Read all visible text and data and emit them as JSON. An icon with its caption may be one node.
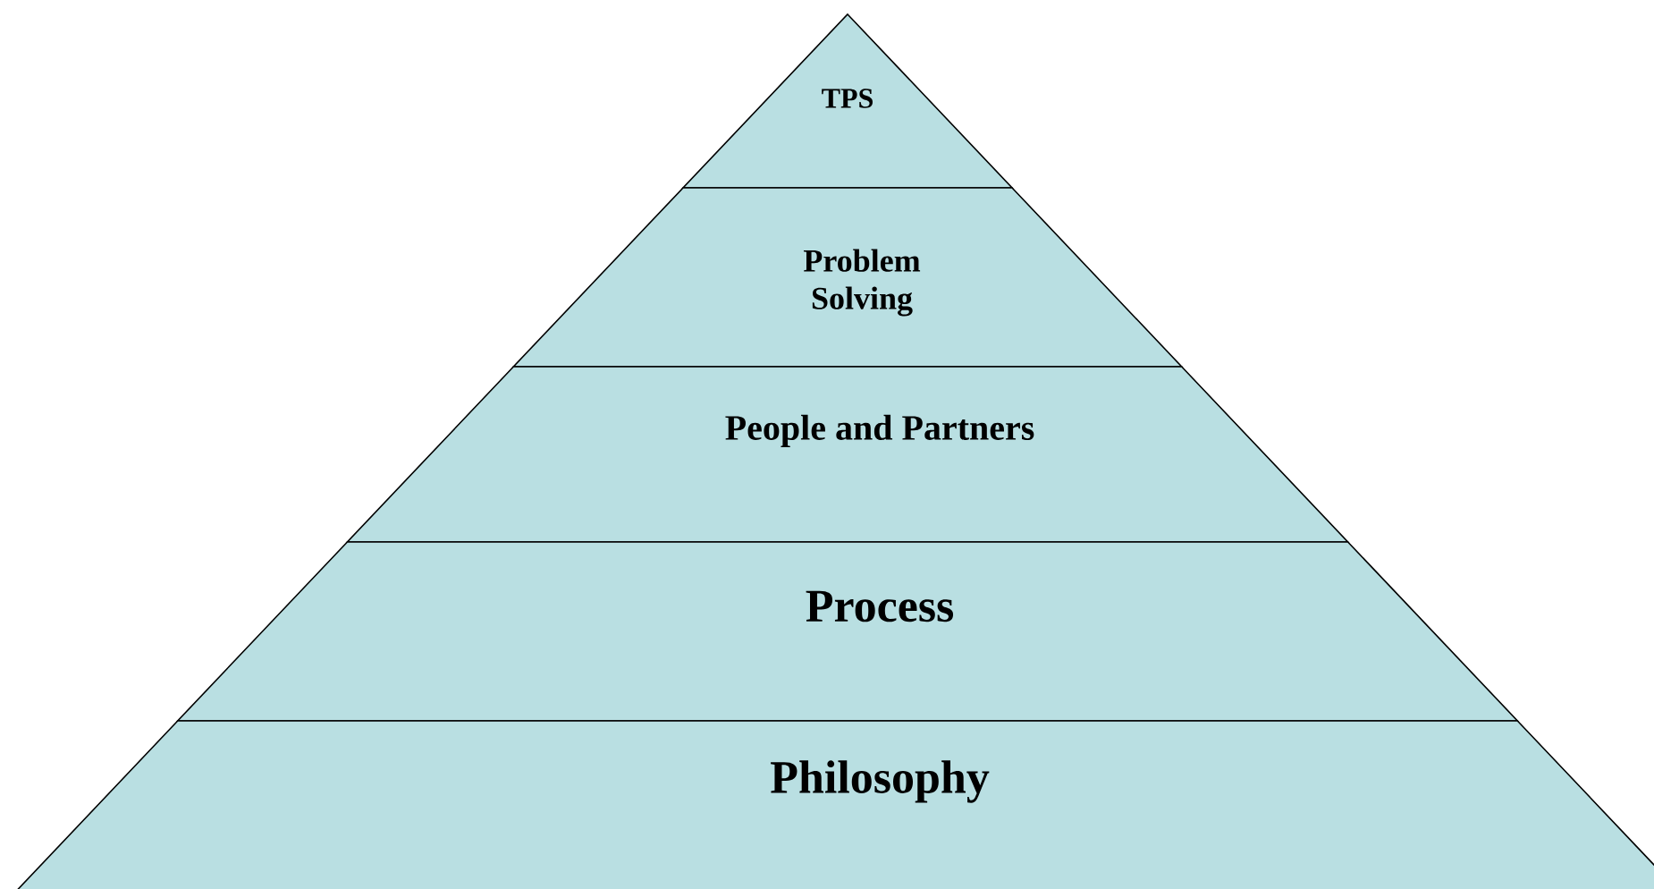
{
  "diagram": {
    "nodes": [
      {
        "text": [
          "TPS"
        ]
      },
      {
        "text": [
          "Problem Solving"
        ]
      },
      {
        "text": [
          "People and Partners"
        ]
      },
      {
        "text": [
          "Process"
        ]
      },
      {
        "text": [
          "Philosophy"
        ]
      }
    ]
  }
}
